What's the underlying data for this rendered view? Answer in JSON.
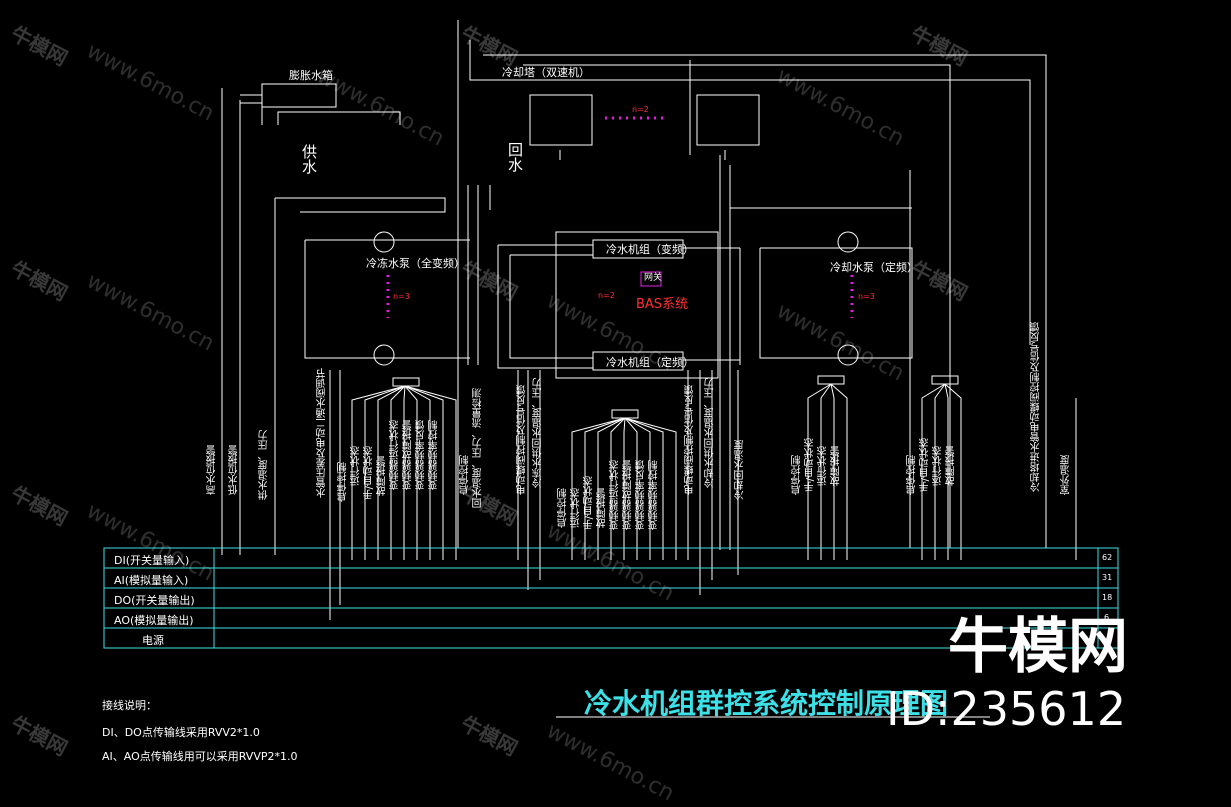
{
  "title": "冷水机组群控系统控制原理图",
  "brand": "牛模网",
  "id_text": "ID:235612",
  "watermark": {
    "cn": "牛模网",
    "url": "www.6mo.cn"
  },
  "colors": {
    "line": "#ffffff",
    "cyan": "#3ce0e6",
    "magenta": "#e020e0",
    "red": "#ff3030",
    "bg": "#000000"
  },
  "labels": {
    "expansion_tank": "膨胀水箱",
    "cooling_tower": "冷却塔（双速机）",
    "supply": "供水",
    "return": "回水",
    "chw_pump": "冷冻水泵（全变频）",
    "cw_pump": "冷却水泵（定频）",
    "chiller_top": "冷水机组（变频）",
    "chiller_bottom": "冷水机组（定频）",
    "bas": "BAS系统",
    "net": "网关",
    "n3_left": "n=3",
    "n3_right": "n=3",
    "n2_top": "n=2",
    "n2_mid": "n=2"
  },
  "vertical_labels": [
    "高水位报警",
    "低水位报警",
    "供水温度、压力",
    "水管压差及电动二通水阀调节",
    "启停控制",
    "运行状态",
    "手/自动状态",
    "故障报警",
    "变频器运行状态",
    "变频器故障报警",
    "变频器频率反馈",
    "变频器频率控制",
    "启停控制",
    "回水温度、压力、流量检测",
    "电动蝶阀控制及信号反馈",
    "冷冻水供回水温度、压力",
    "启停控制",
    "运行状态",
    "手/自动状态",
    "故障报警",
    "变频器运行状态",
    "变频器故障报警",
    "变频器频率反馈",
    "变频器频率控制",
    "电动蝶阀控制及信号反馈",
    "冷却水供回水温度、压力",
    "冷却回水温度",
    "启停控制",
    "手/自动状态",
    "运行状态",
    "故障报警",
    "启停控制",
    "手/自动状态",
    "运行状态",
    "故障报警",
    "冷却塔进水管电动蝶阀控制及信号反馈",
    "室外温度"
  ],
  "io_rows": [
    {
      "label": "DI(开关量输入)",
      "count": "62"
    },
    {
      "label": "AI(模拟量输入)",
      "count": "31"
    },
    {
      "label": "DO(开关量输出)",
      "count": "18"
    },
    {
      "label": "AO(模拟量输出)",
      "count": "6"
    },
    {
      "label": "电源",
      "count": ""
    }
  ],
  "wiring_notes": {
    "heading": "接线说明：",
    "line1": "DI、DO点传输线采用RVV2*1.0",
    "line2": "AI、AO点传输线用可以采用RVVP2*1.0"
  }
}
